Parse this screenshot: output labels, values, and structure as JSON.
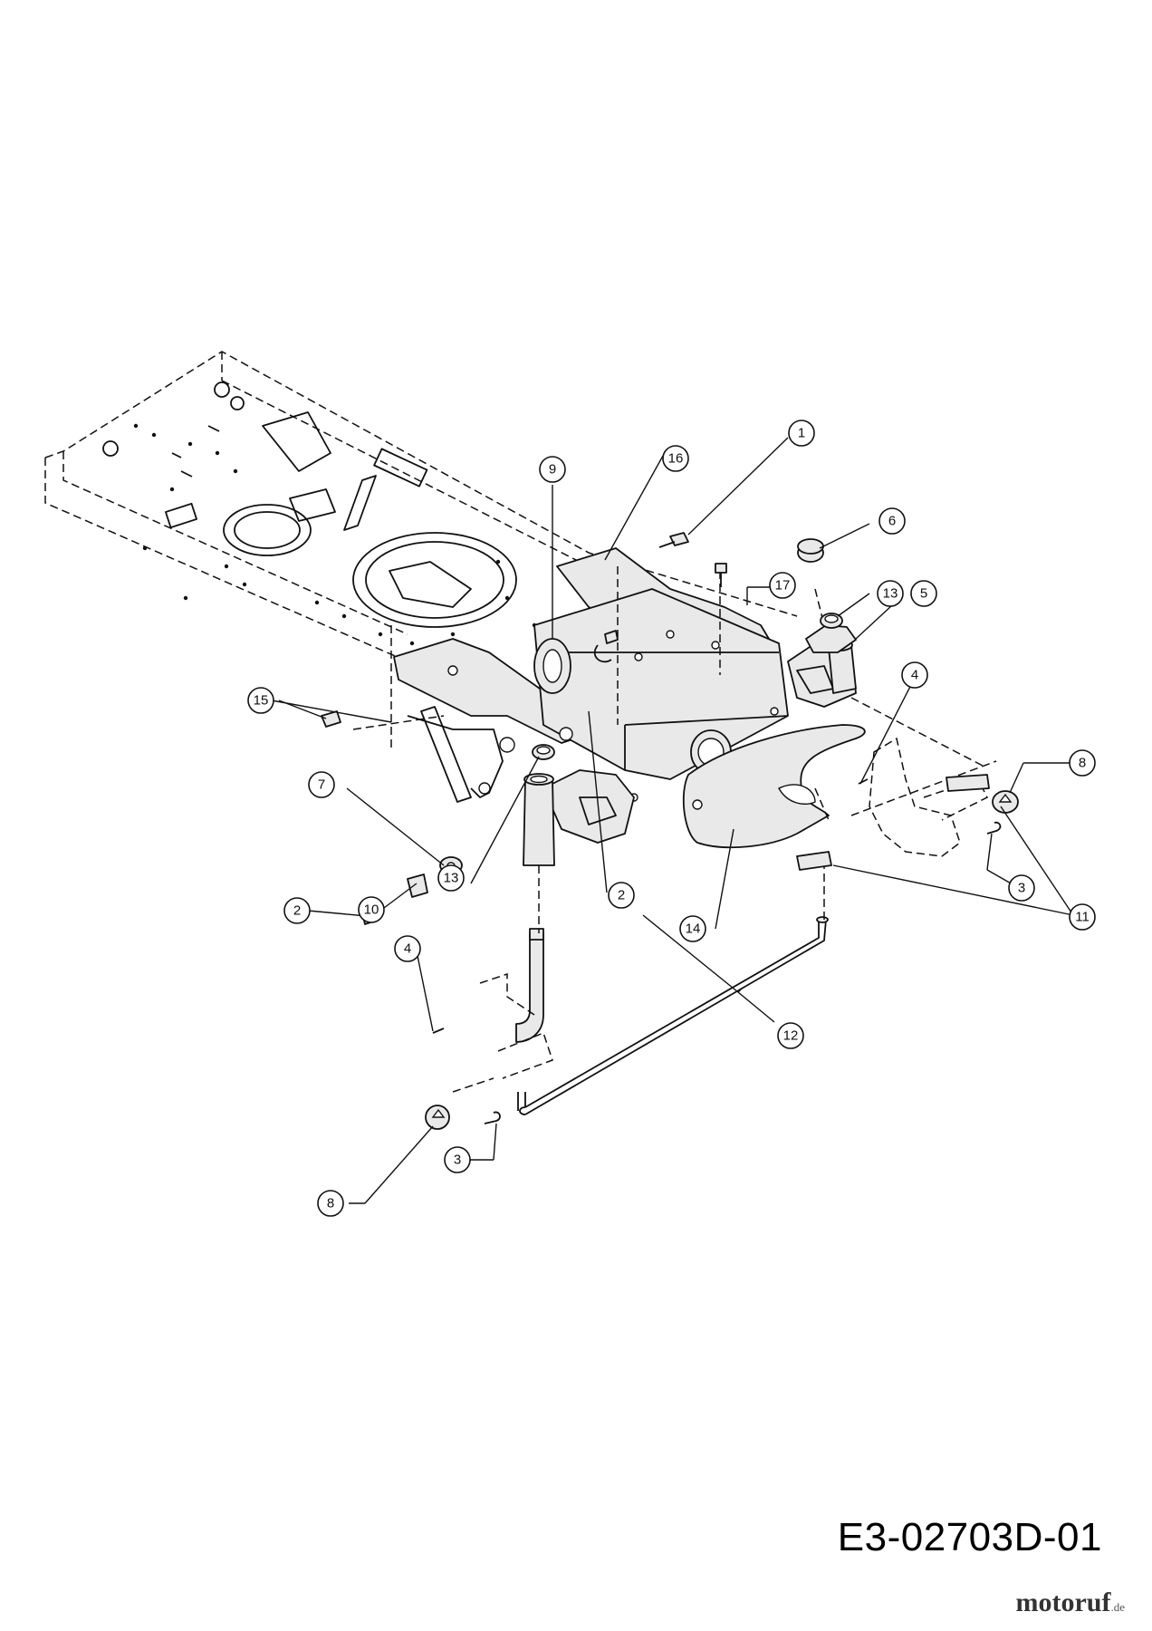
{
  "diagram": {
    "code": "E3-02703D-01",
    "watermark": {
      "name": "motoruf",
      "tld": ".de"
    },
    "callouts": [
      "1",
      "2",
      "2",
      "3",
      "3",
      "4",
      "4",
      "5",
      "6",
      "7",
      "8",
      "8",
      "9",
      "10",
      "11",
      "12",
      "13",
      "13",
      "14",
      "15",
      "16",
      "17"
    ]
  },
  "colors": {
    "line": "#111111",
    "background": "#ffffff",
    "fill": "#e9e9e9"
  }
}
